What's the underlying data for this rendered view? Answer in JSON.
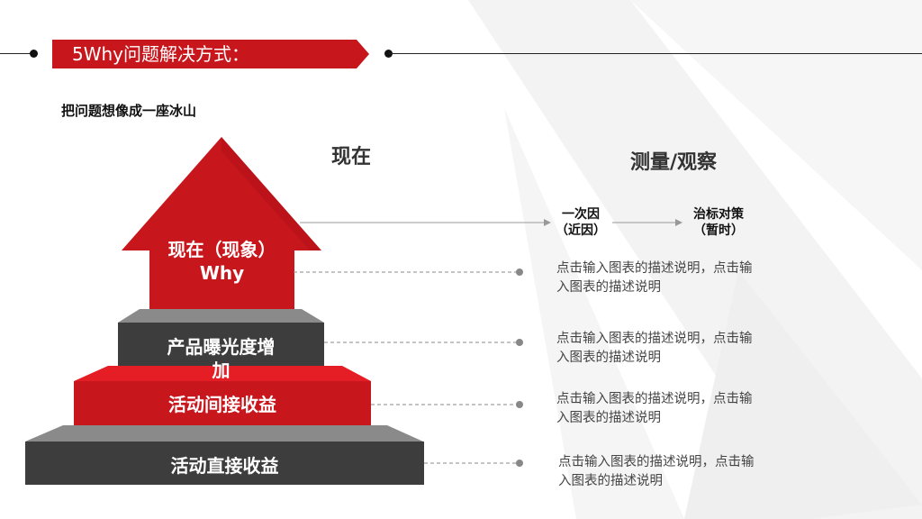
{
  "banner": {
    "title": "5Why问题解决方式："
  },
  "subtitle": "把问题想像成一座冰山",
  "headings": {
    "now": "现在",
    "measure": "测量/观察"
  },
  "tiers": [
    {
      "line1": "现在（现象）",
      "line2": "Why"
    },
    {
      "line1": "产品曝光度增",
      "line2": "加"
    },
    {
      "line1": "活动间接收益"
    },
    {
      "line1": "活动直接收益"
    }
  ],
  "flow": {
    "cause": {
      "line1": "一次因",
      "line2": "（近因）"
    },
    "action": {
      "line1": "治标对策",
      "line2": "（暂时）"
    }
  },
  "descriptions": [
    {
      "line1": "点击输入图表的描述说明，点击输",
      "line2": "入图表的描述说明"
    },
    {
      "line1": "点击输入图表的描述说明，点击输",
      "line2": "入图表的描述说明"
    },
    {
      "line1": "点击输入图表的描述说明，点击输",
      "line2": "入图表的描述说明"
    },
    {
      "line1": "点击输入图表的描述说明，点击输",
      "line2": "入图表的描述说明"
    }
  ],
  "colors": {
    "red": "#c8161d",
    "dark": "#3d3d3d"
  }
}
